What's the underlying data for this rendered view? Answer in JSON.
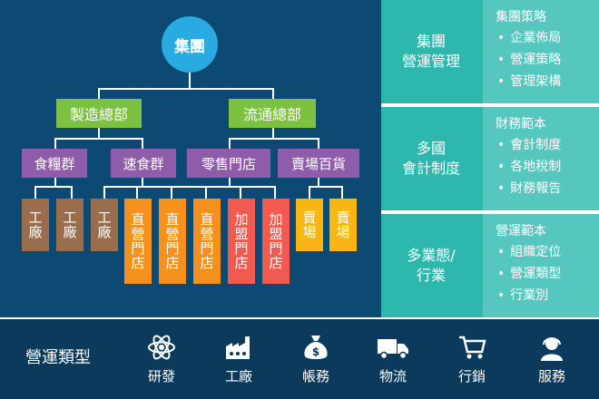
{
  "org": {
    "root": "集團",
    "divisions": [
      {
        "label": "製造總部"
      },
      {
        "label": "流通總部"
      }
    ],
    "groups": [
      {
        "label": "食糧群"
      },
      {
        "label": "速食群"
      },
      {
        "label": "零售門店"
      },
      {
        "label": "賣場百貨"
      }
    ],
    "units": [
      {
        "label": "工廠"
      },
      {
        "label": "工廠"
      },
      {
        "label": "工廠"
      },
      {
        "label": "直營門店"
      },
      {
        "label": "直營門店"
      },
      {
        "label": "直營門店"
      },
      {
        "label": "加盟門店"
      },
      {
        "label": "加盟門店"
      },
      {
        "label": "賣場"
      },
      {
        "label": "賣場"
      }
    ],
    "colors": {
      "root": "#29abe2",
      "division": "#7cc142",
      "group": "#8e5ca8",
      "factory": "#9a6e4d",
      "direct_store": "#f7911d",
      "franchise_store": "#f05a4f",
      "mall": "#f8b513"
    }
  },
  "side_panel": [
    {
      "title": [
        "集團",
        "營運管理"
      ],
      "heading": "集團策略",
      "items": [
        "企業佈局",
        "營運策略",
        "管理架構"
      ]
    },
    {
      "title": [
        "多國",
        "會計制度"
      ],
      "heading": "財務範本",
      "items": [
        "會計制度",
        "各地稅制",
        "財務報告"
      ]
    },
    {
      "title": [
        "多業態/",
        "行業"
      ],
      "heading": "營運範本",
      "items": [
        "組織定位",
        "營運類型",
        "行業別"
      ]
    }
  ],
  "operations": {
    "title": "營運類型",
    "items": [
      {
        "label": "研發",
        "icon": "atom-icon"
      },
      {
        "label": "工廠",
        "icon": "factory-icon"
      },
      {
        "label": "帳務",
        "icon": "money-bag-icon"
      },
      {
        "label": "物流",
        "icon": "truck-icon"
      },
      {
        "label": "行銷",
        "icon": "cart-icon"
      },
      {
        "label": "服務",
        "icon": "support-agent-icon"
      }
    ]
  }
}
